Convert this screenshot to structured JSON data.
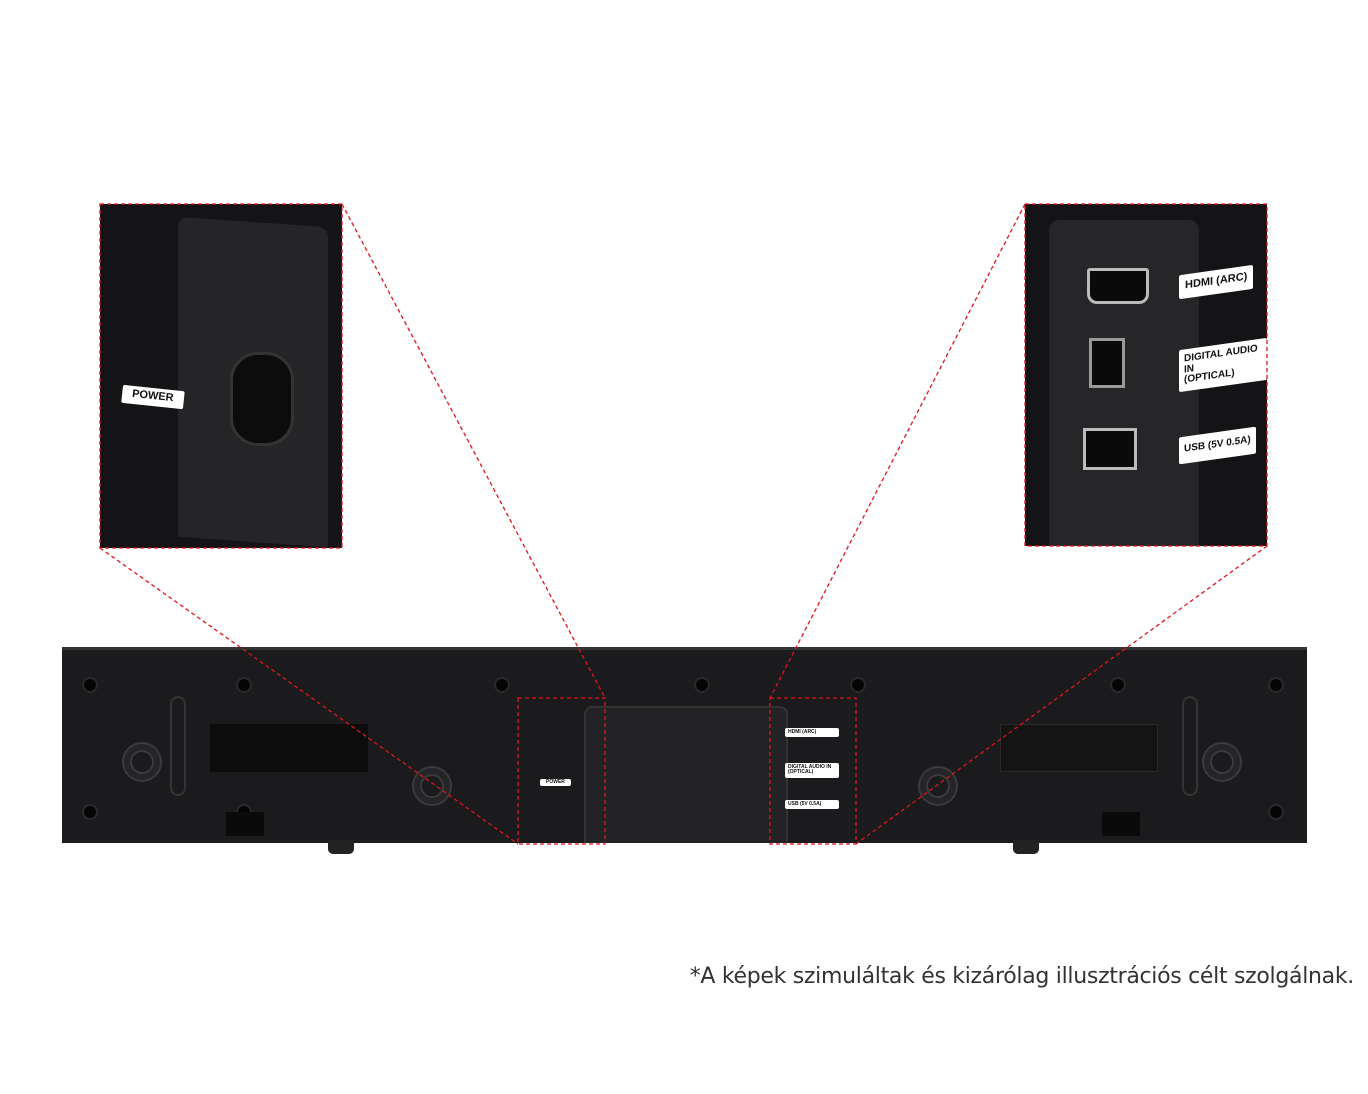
{
  "labels": {
    "power": "POWER",
    "hdmi": "HDMI (ARC)",
    "optical": "DIGITAL AUDIO IN\n(OPTICAL)",
    "usb": "USB (5V 0.5A)"
  },
  "disclaimer": "*A képek szimuláltak és kizárólag illusztrációs célt szolgálnak.",
  "colors": {
    "callout": "#e0141e",
    "body": "#1b1b1d"
  }
}
